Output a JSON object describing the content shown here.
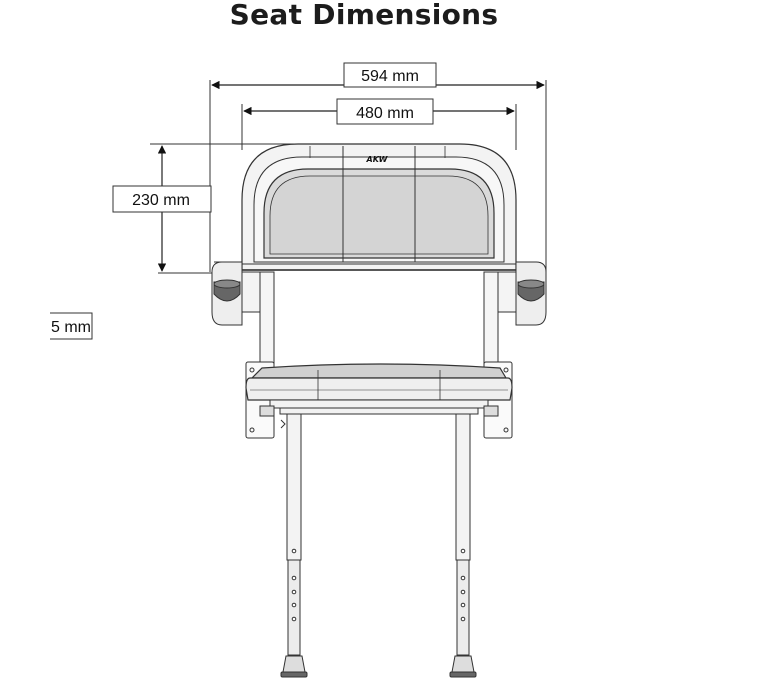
{
  "title": "Seat Dimensions",
  "dimensions": {
    "overall_width": "594 mm",
    "seat_width": "480 mm",
    "backrest_height": "230 mm",
    "partial_depth_label": "5 mm"
  },
  "backrest_logo": "AKW",
  "colors": {
    "line": "#222222",
    "frame_fill": "#f2f2f2",
    "panel_fill": "#d6d6d6",
    "accent_dark": "#555555"
  }
}
